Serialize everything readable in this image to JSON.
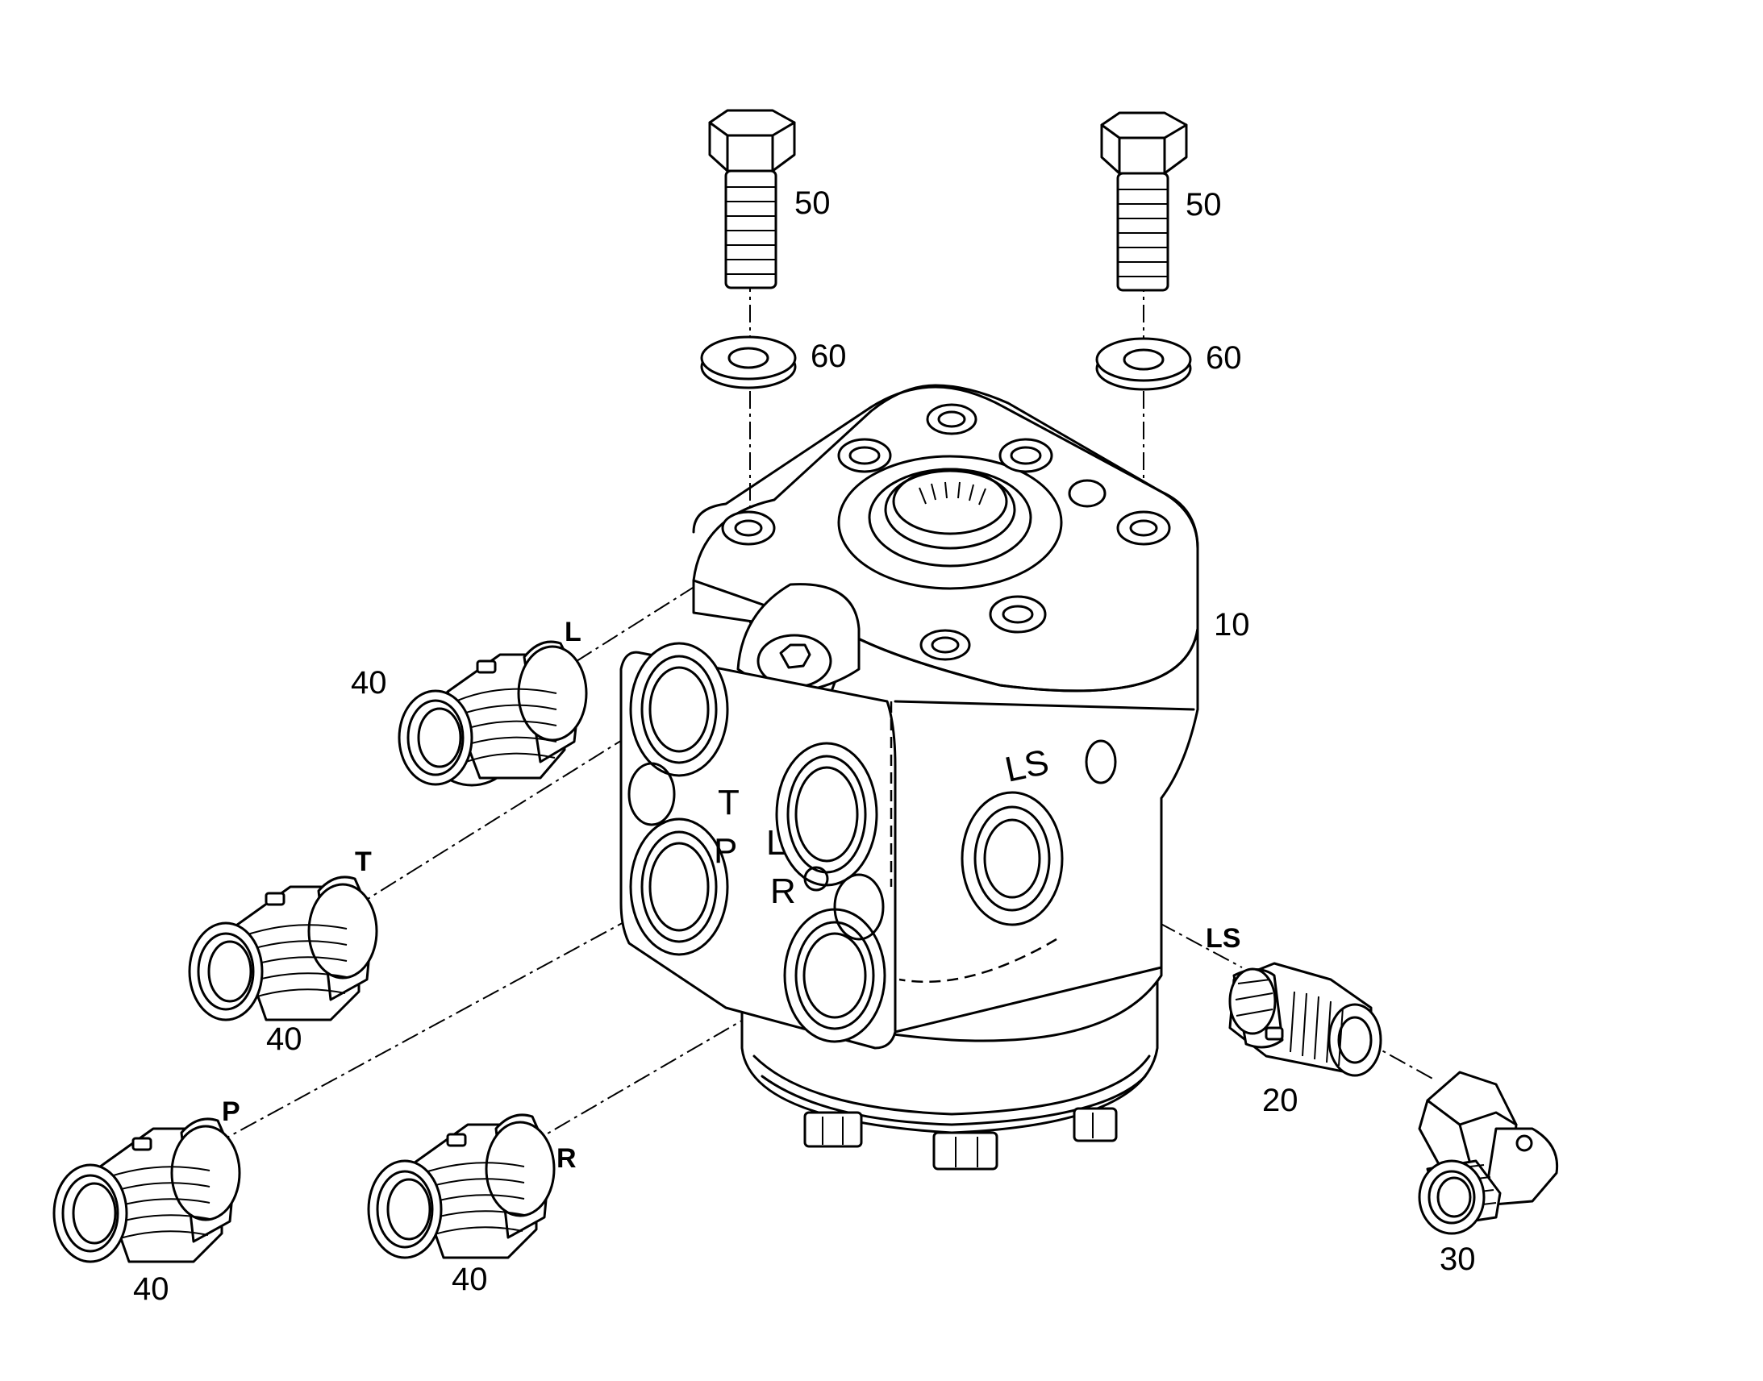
{
  "callouts": {
    "bolt_left": "50",
    "bolt_right": "50",
    "washer_left": "60",
    "washer_right": "60",
    "body": "10",
    "fitting_ls": "20",
    "elbow": "30",
    "fitting_l": "40",
    "fitting_t": "40",
    "fitting_p": "40",
    "fitting_r": "40"
  },
  "port_labels": {
    "L": "L",
    "T": "T",
    "P": "P",
    "R": "R",
    "LS": "LS"
  },
  "body_markings": {
    "T": "T",
    "P": "P",
    "L": "L",
    "R": "R",
    "LS": "LS"
  }
}
